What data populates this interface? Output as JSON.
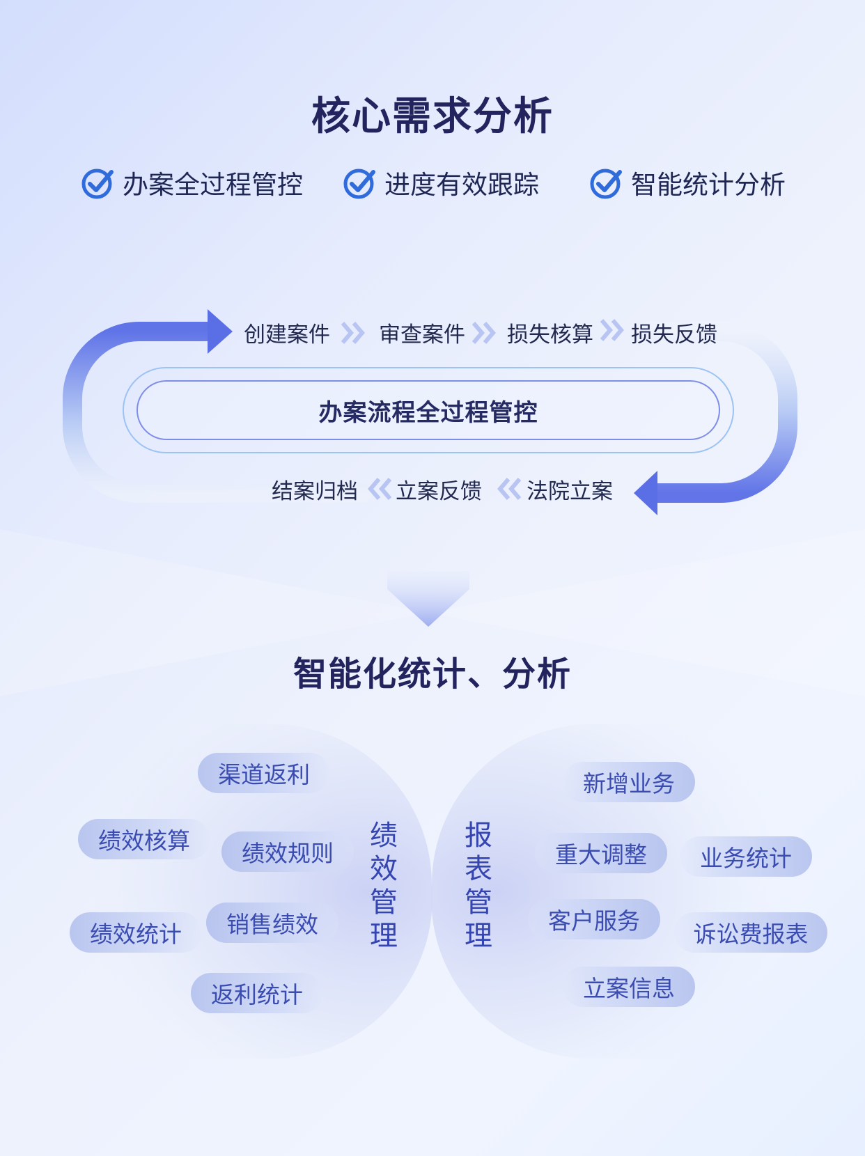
{
  "header": {
    "title": "核心需求分析",
    "needs": [
      "办案全过程管控",
      "进度有效跟踪",
      "智能统计分析"
    ]
  },
  "flow": {
    "top_steps": [
      "创建案件",
      "审查案件",
      "损失核算",
      "损失反馈"
    ],
    "bottom_steps": [
      "结案归档",
      "立案反馈",
      "法院立案"
    ],
    "center_label": "办案流程全过程管控"
  },
  "analysis": {
    "title": "智能化统计、分析",
    "left_group": {
      "label": "绩效管理",
      "items": [
        "渠道返利",
        "绩效核算",
        "绩效规则",
        "绩效统计",
        "销售绩效",
        "返利统计"
      ]
    },
    "right_group": {
      "label": "报表管理",
      "items": [
        "新增业务",
        "重大调整",
        "业务统计",
        "客户服务",
        "诉讼费报表",
        "立案信息"
      ]
    }
  },
  "colors": {
    "title": "#23235e",
    "accent_blue": "#2f6bdb",
    "arrow": "#5a6ee6",
    "chip_text": "#3b4cb0"
  }
}
